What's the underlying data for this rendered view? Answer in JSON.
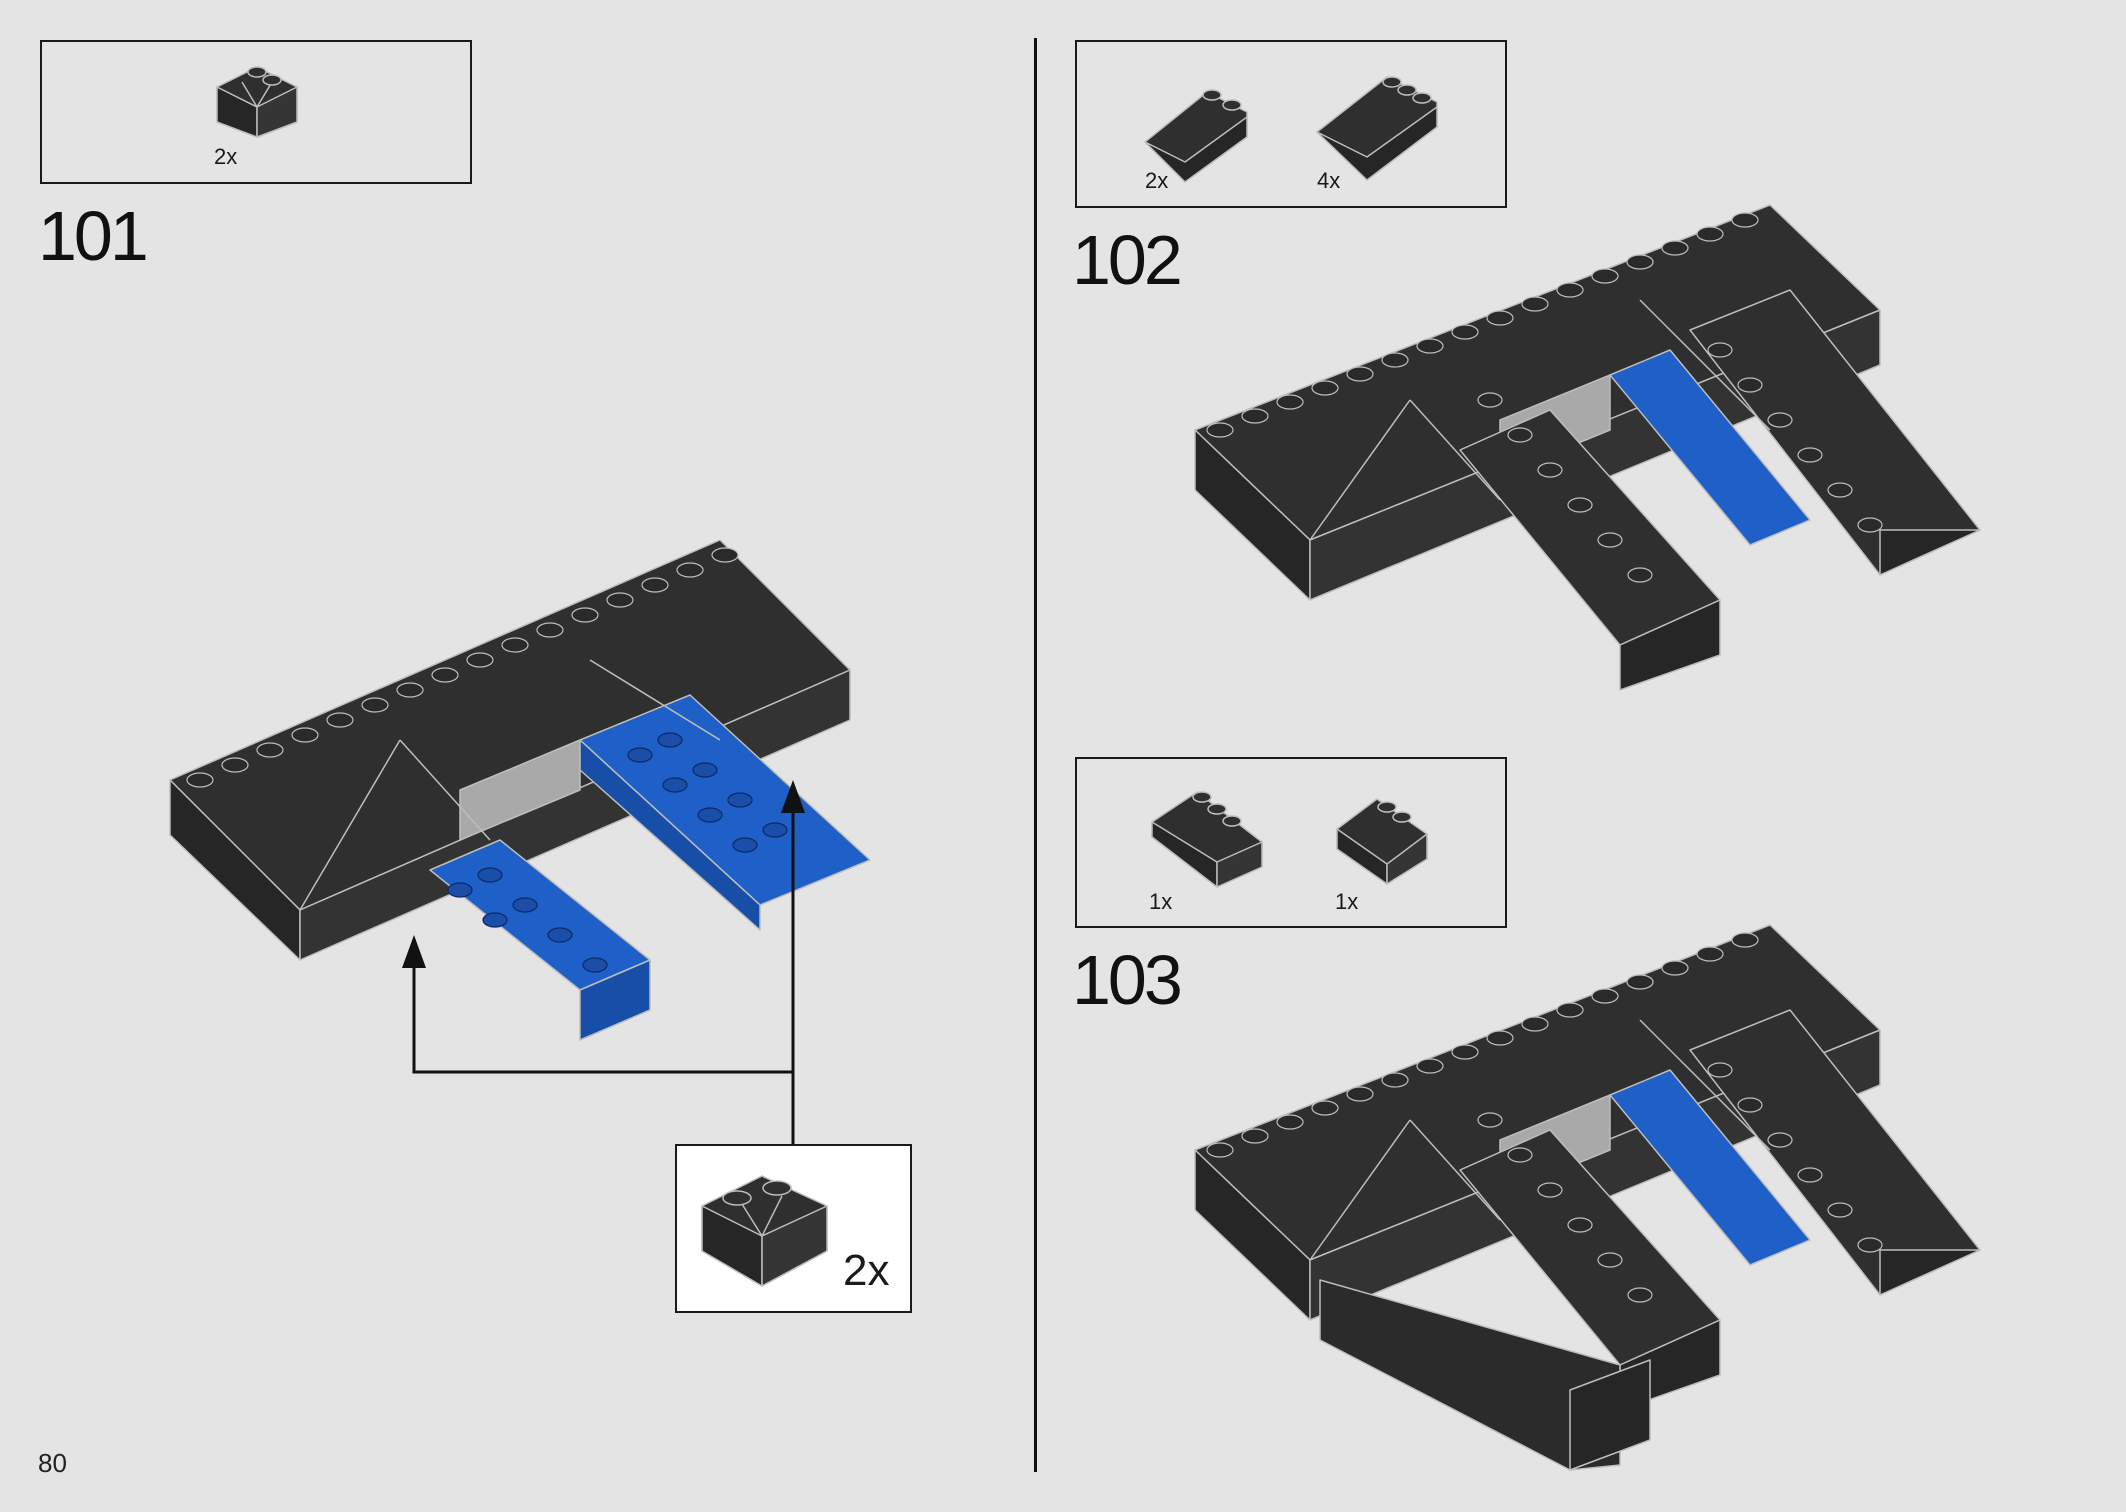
{
  "page": {
    "number": "80"
  },
  "steps": [
    {
      "number": "101",
      "parts": [
        {
          "quantity": "2x",
          "part": "slope-2x2-corner-black"
        }
      ],
      "callout": {
        "quantity": "2x",
        "part": "slope-2x2-corner-black"
      },
      "highlight_color": "#1f5fc8"
    },
    {
      "number": "102",
      "parts": [
        {
          "quantity": "2x",
          "part": "slope-2x2-black"
        },
        {
          "quantity": "4x",
          "part": "slope-2x3-black"
        }
      ]
    },
    {
      "number": "103",
      "parts": [
        {
          "quantity": "1x",
          "part": "slope-2x3-black"
        },
        {
          "quantity": "1x",
          "part": "slope-2x2-black"
        }
      ]
    }
  ],
  "colors": {
    "brick_black": "#2f2f2f",
    "brick_edge": "#bdbdbd",
    "brick_blue": "#1f5fc8",
    "brick_grey": "#a9a9a9",
    "background": "#e4e4e4"
  }
}
